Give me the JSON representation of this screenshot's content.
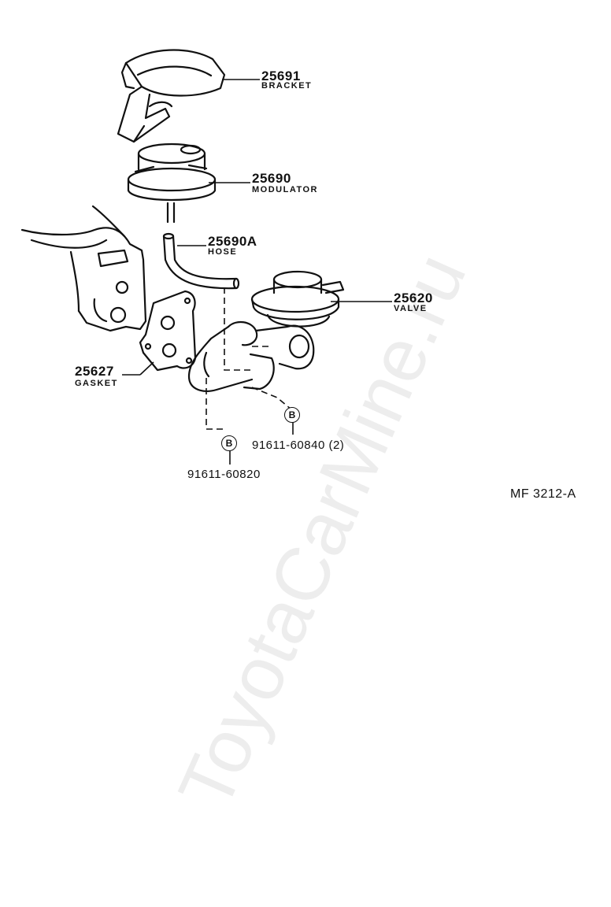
{
  "parts": {
    "bracket": {
      "number": "25691",
      "name": "BRACKET"
    },
    "modulator": {
      "number": "25690",
      "name": "MODULATOR"
    },
    "hose": {
      "number": "25690A",
      "name": "HOSE"
    },
    "valve": {
      "number": "25620",
      "name": "VALVE"
    },
    "gasket": {
      "number": "25627",
      "name": "GASKET"
    }
  },
  "bolts": [
    {
      "badge": "B",
      "number": "91611-60840 (2)"
    },
    {
      "badge": "B",
      "number": "91611-60820"
    }
  ],
  "diagram_code": "MF 3212-A",
  "watermark": "ToyotaCarMine.ru",
  "colors": {
    "line": "#111111",
    "background": "#ffffff"
  }
}
